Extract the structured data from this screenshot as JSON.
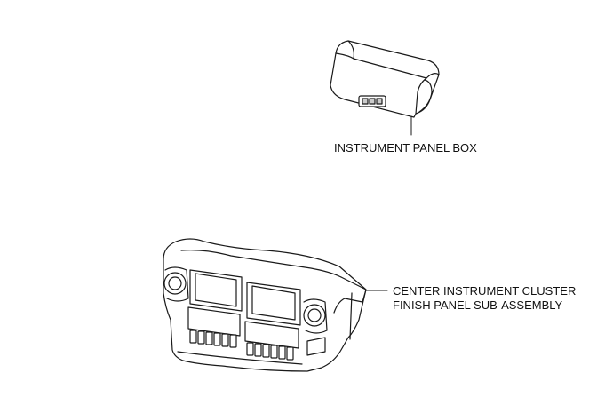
{
  "labels": {
    "panel_box": "INSTRUMENT PANEL BOX",
    "cluster_line1": "CENTER INSTRUMENT CLUSTER",
    "cluster_line2": "FINISH PANEL SUB-ASSEMBLY"
  },
  "colors": {
    "stroke": "#1a1a1a",
    "background": "#ffffff"
  }
}
